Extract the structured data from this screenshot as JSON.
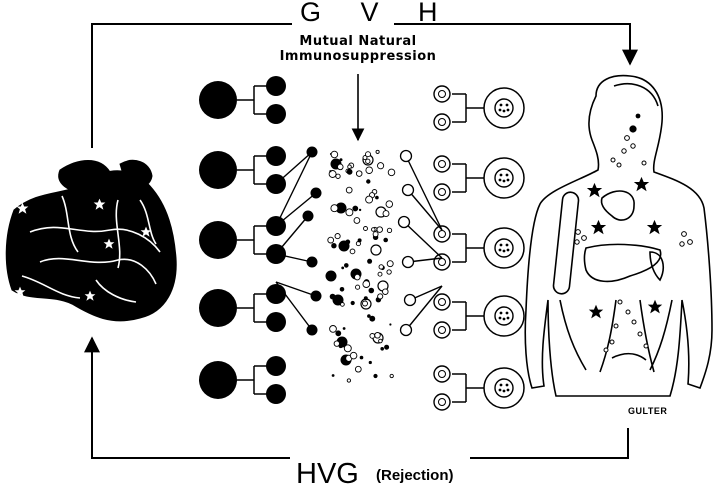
{
  "labels": {
    "top_arrow": "G V H",
    "center_caption": "Mutual Natural Immunosuppression",
    "bottom_arrow": "HVG",
    "bottom_arrow_note": "(Rejection)",
    "artist_signature": "GULTER"
  },
  "colors": {
    "ink": "#000000",
    "paper": "#ffffff"
  },
  "icons": {
    "left_organ": "donor-liver-graft-icon",
    "right_figure": "recipient-body-icon",
    "marker": "star-icon"
  }
}
